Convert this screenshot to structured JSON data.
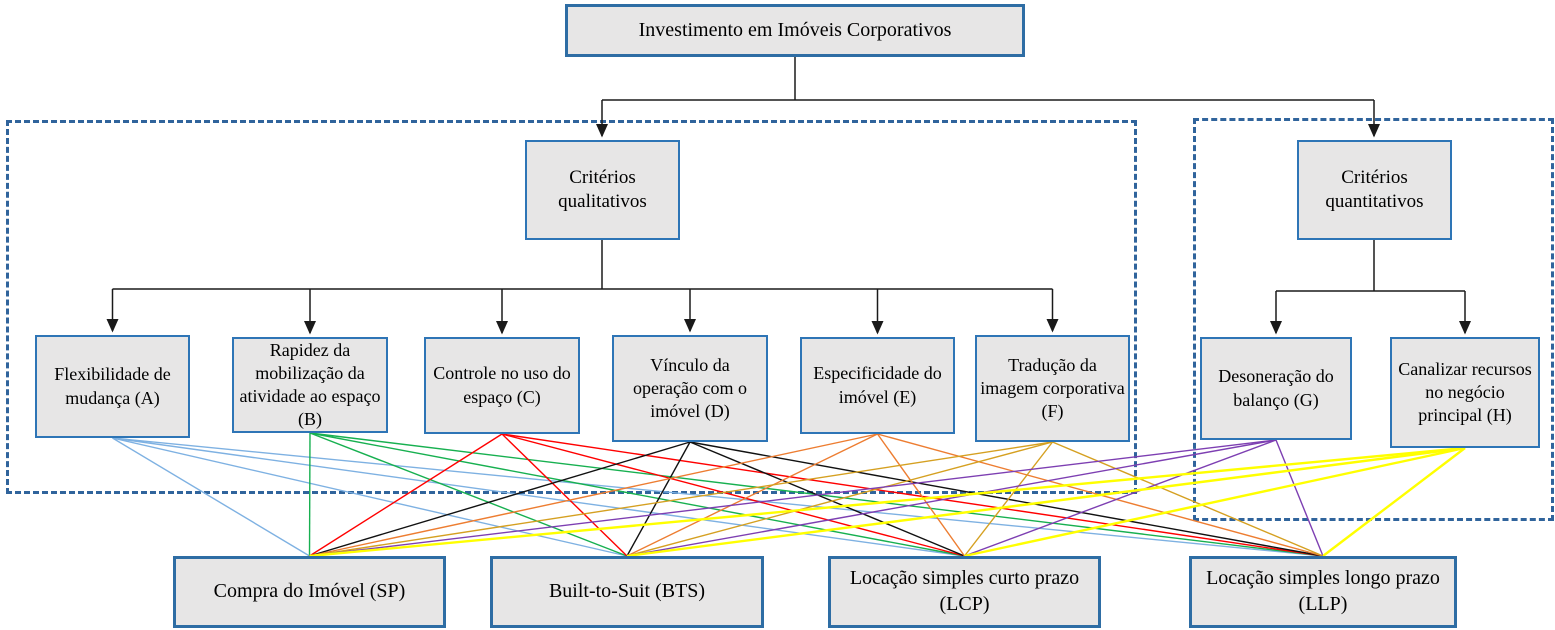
{
  "diagram": {
    "title": "Investimento em Imóveis Corporativos",
    "groups": [
      {
        "id": "qualitative",
        "label": "Critérios qualitativos"
      },
      {
        "id": "quantitative",
        "label": "Critérios quantitativos"
      }
    ],
    "criteria": [
      {
        "id": "A",
        "group": "qualitative",
        "label": "Flexibilidade de mudança (A)",
        "line_color": "#7EB1E2"
      },
      {
        "id": "B",
        "group": "qualitative",
        "label": "Rapidez da mobilização da atividade ao espaço (B)",
        "line_color": "#17B050"
      },
      {
        "id": "C",
        "group": "qualitative",
        "label": "Controle no uso do espaço (C)",
        "line_color": "#FF0000"
      },
      {
        "id": "D",
        "group": "qualitative",
        "label": "Vínculo da operação com o imóvel (D)",
        "line_color": "#111111"
      },
      {
        "id": "E",
        "group": "qualitative",
        "label": "Especificidade do imóvel (E)",
        "line_color": "#ED7D31"
      },
      {
        "id": "F",
        "group": "qualitative",
        "label": "Tradução da imagem corporativa (F)",
        "line_color": "#D5A021"
      },
      {
        "id": "G",
        "group": "quantitative",
        "label": "Desoneração do balanço (G)",
        "line_color": "#7D3FB2"
      },
      {
        "id": "H",
        "group": "quantitative",
        "label": "Canalizar recursos no negócio principal (H)",
        "line_color": "#FFFF00"
      }
    ],
    "alternatives": [
      {
        "id": "SP",
        "label": "Compra do Imóvel (SP)"
      },
      {
        "id": "BTS",
        "label": "Built-to-Suit (BTS)"
      },
      {
        "id": "LCP",
        "label": "Locação simples curto prazo (LCP)"
      },
      {
        "id": "LLP",
        "label": "Locação simples longo prazo (LLP)"
      }
    ],
    "colors": {
      "box_fill": "#E7E6E6",
      "box_border": "#2E75B6",
      "thick_box_border": "#2E6DA4",
      "frame_border": "#30649C",
      "connector": "#1A1A1A"
    }
  }
}
